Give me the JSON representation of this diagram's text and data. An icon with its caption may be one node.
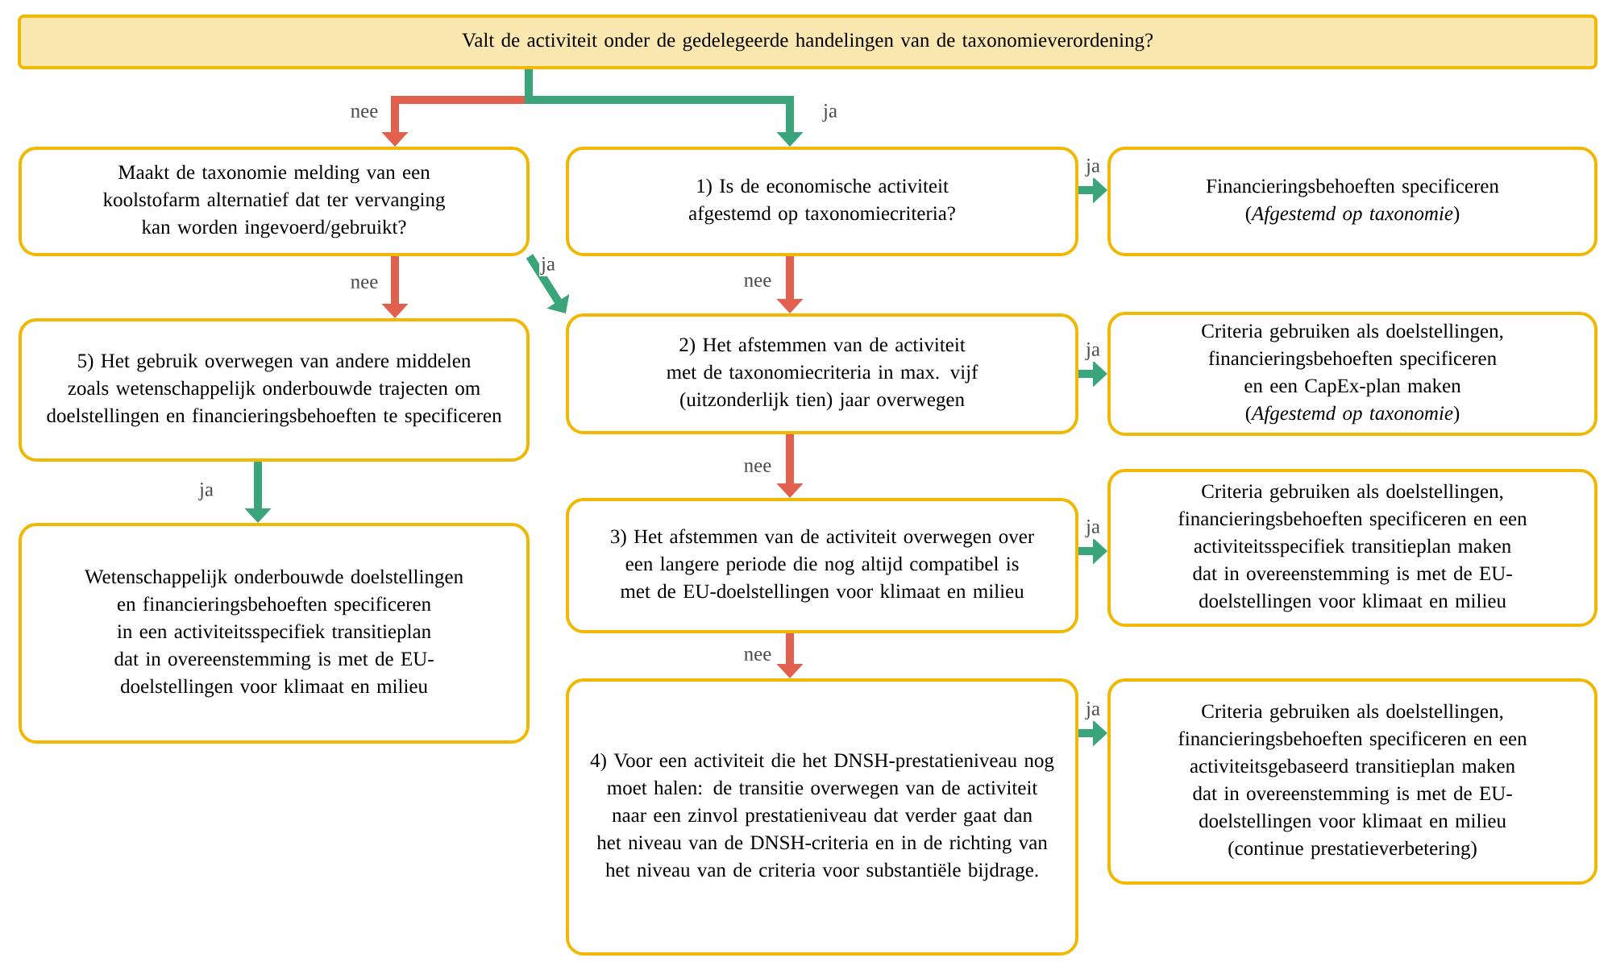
{
  "diagram": {
    "nodes": [
      {
        "text": [
          "Valt de activiteit onder de gedelegeerde handelingen van de taxonomieverordening?"
        ]
      },
      {
        "text": [
          "Maakt de taxonomie melding van een koolstofarm alternatief dat ter vervanging kan worden ingevoerd/gebruikt?"
        ]
      },
      {
        "text": [
          "1) Is de economische activiteit afgestemd op taxonomiecriteria?"
        ]
      },
      {
        "text": [
          "Financieringsbehoeften specificeren",
          "(*Afgestemd op taxonomie*)"
        ]
      },
      {
        "text": [
          "5) Het gebruik overwegen van andere middelen zoals wetenschappelijk onderbouwde trajecten om doelstellingen en financieringsbehoeften te specificeren"
        ]
      },
      {
        "text": [
          "2) Het afstemmen van de activiteit met de taxonomiecriteria in max. vijf (uitzonderlijk tien) jaar overwegen"
        ]
      },
      {
        "text": [
          "Criteria gebruiken als doelstellingen, financieringsbehoeften specificeren en een CapEx-plan maken",
          "(*Afgestemd op taxonomie*)"
        ]
      },
      {
        "text": [
          "Wetenschappelijk onderbouwde doelstellingen en financieringsbehoeften specificeren",
          "in een activiteitsspecifiek transitieplan dat in overeenstemming is met de EU-doelstellingen voor klimaat en milieu"
        ]
      },
      {
        "text": [
          "3) Het afstemmen van de activiteit overwegen over een langere periode die nog altijd compatibel is met de EU-doelstellingen voor klimaat en milieu"
        ]
      },
      {
        "text": [
          "Criteria gebruiken als doelstellingen, financieringsbehoeften specificeren en een activiteitsspecifiek transitieplan maken dat in overeenstemming is met de EU-doelstellingen voor klimaat en milieu"
        ]
      },
      {
        "text": [
          "4) Voor een activiteit die het DNSH-prestatieniveau nog moet halen: de transitie overwegen van de activiteit naar een zinvol prestatieniveau dat verder gaat dan het niveau van de DNSH-criteria en in de richting van het niveau van de criteria voor substantiële bijdrage."
        ]
      },
      {
        "text": [
          "Criteria gebruiken als doelstellingen, financieringsbehoeften specificeren en een activiteitsgebaseerd transitieplan maken dat in overeenstemming is met de EU-doelstellingen voor klimaat en milieu",
          "(continue prestatieverbetering)"
        ]
      }
    ],
    "edges": [
      {
        "from": 0,
        "to": 1,
        "arrow": "to",
        "label": "nee",
        "color": "#e2604e"
      },
      {
        "from": 0,
        "to": 2,
        "arrow": "to",
        "label": "ja"
      },
      {
        "from": 1,
        "to": 4,
        "arrow": "to",
        "label": "nee",
        "color": "#e2604e"
      },
      {
        "from": 1,
        "to": 5,
        "arrow": "to",
        "label": "ja"
      },
      {
        "from": 2,
        "to": 3,
        "arrow": "to",
        "label": "ja"
      },
      {
        "from": 2,
        "to": 5,
        "arrow": "to",
        "label": "nee",
        "color": "#e2604e"
      },
      {
        "from": 4,
        "to": 7,
        "arrow": "to",
        "label": "ja"
      },
      {
        "from": 5,
        "to": 6,
        "arrow": "to",
        "label": "ja"
      },
      {
        "from": 5,
        "to": 8,
        "arrow": "to",
        "label": "nee",
        "color": "#e2604e"
      },
      {
        "from": 8,
        "to": 9,
        "arrow": "to",
        "label": "ja"
      },
      {
        "from": 8,
        "to": 10,
        "arrow": "to",
        "label": "nee",
        "color": "#e2604e"
      },
      {
        "from": 10,
        "to": 11,
        "arrow": "to",
        "label": "ja"
      }
    ]
  }
}
